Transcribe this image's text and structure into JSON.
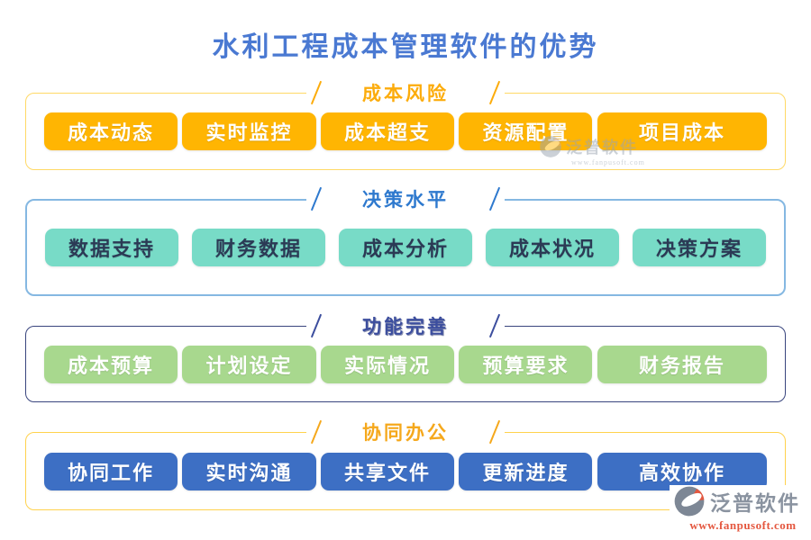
{
  "title": {
    "text": "水利工程成本管理软件的优势",
    "color": "#4A79D2"
  },
  "sections": [
    {
      "label": "成本风险",
      "items": [
        "成本动态",
        "实时监控",
        "成本超支",
        "资源配置",
        "项目成本"
      ],
      "colors": {
        "header": "#FCAC0C",
        "line": "#FFD966",
        "btn-bg": "#FFB502",
        "btn-text": "#FFFFFF"
      }
    },
    {
      "label": "决策水平",
      "items": [
        "数据支持",
        "财务数据",
        "成本分析",
        "成本状况",
        "决策方案"
      ],
      "colors": {
        "header": "#2E79CE",
        "line": "#85B8E2",
        "btn-bg": "#78DBC7",
        "btn-text": "#2B3A55"
      }
    },
    {
      "label": "功能完善",
      "items": [
        "成本预算",
        "计划设定",
        "实际情况",
        "预算要求",
        "财务报告"
      ],
      "colors": {
        "header": "#3C4E9E",
        "line": "#39457E",
        "btn-bg": "#A8D88E",
        "btn-text": "#FFFFFF"
      }
    },
    {
      "label": "协同办公",
      "items": [
        "协同工作",
        "实时沟通",
        "共享文件",
        "更新进度",
        "高效协作"
      ],
      "colors": {
        "header": "#F5A81C",
        "line": "#FFD24D",
        "btn-bg": "#3D6FC4",
        "btn-text": "#FFFFFF"
      }
    }
  ],
  "watermark": {
    "brand": "泛普软件",
    "url": "www.fanpusoft.com",
    "brand_color": "#8A93A0",
    "url_color": "#E4573F"
  }
}
